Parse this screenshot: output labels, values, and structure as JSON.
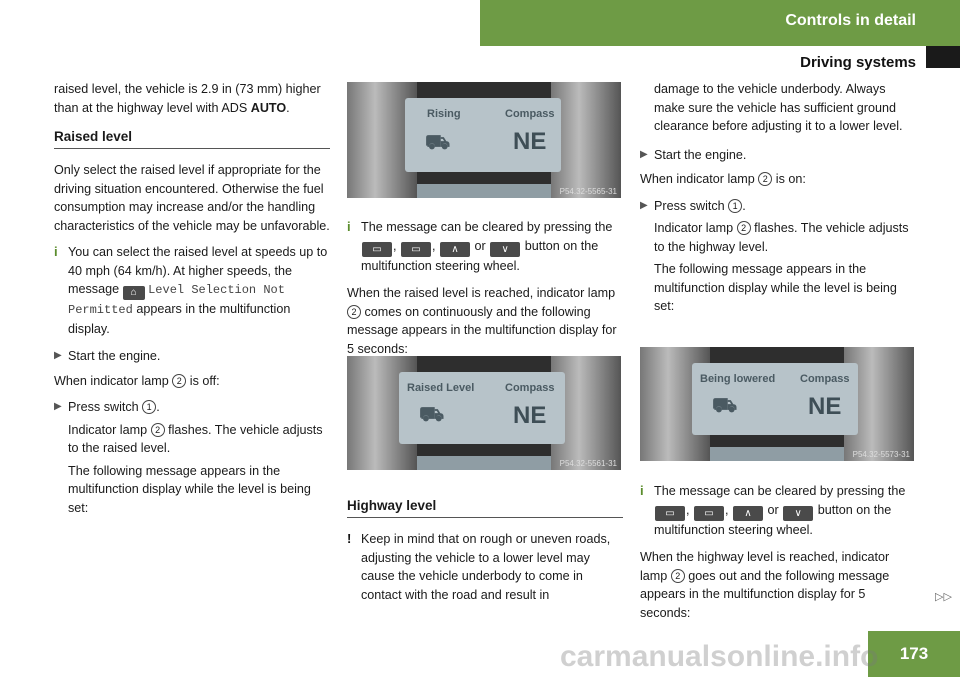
{
  "header": {
    "chapter": "Controls in detail",
    "section": "Driving systems"
  },
  "col1": {
    "intro": "raised level, the vehicle is 2.9 in (73 mm) higher than at the highway level with ADS",
    "intro_bold": "AUTO",
    "intro_end": ".",
    "heading": "Raised level",
    "para1": "Only select the raised level if appropriate for the driving situation encountered. Otherwise the fuel consumption may increase and/or the handling characteristics of the vehicle may be unfavorable.",
    "note_a": "You can select the raised level at speeds up to 40 mph (64 km/h). At higher speeds, the message",
    "note_mono": "Level Selection Not Permitted",
    "note_b": "appears in the multifunction display.",
    "step1": "Start the engine.",
    "when_off_a": "When indicator lamp",
    "when_off_b": "is off:",
    "step2_a": "Press switch",
    "step2_b": ".",
    "ind_a": "Indicator lamp",
    "ind_b": "flashes. The vehicle adjusts to the raised level.",
    "ind2": "The following message appears in the multifunction display while the level is being set:"
  },
  "col2": {
    "fig1": {
      "left": "Rising",
      "right": "Compass",
      "dir": "NE",
      "code": "P54.32-5565-31"
    },
    "note_clear_a": "The message can be cleared by pressing the",
    "note_clear_or": "or",
    "note_clear_b": "button on the multifunction steering wheel.",
    "reached_a": "When the raised level is reached, indicator lamp",
    "reached_b": "comes on continuously and the following message appears in the multifunction display for 5 seconds:",
    "fig2": {
      "left": "Raised Level",
      "right": "Compass",
      "dir": "NE",
      "code": "P54.32-5561-31"
    },
    "heading": "Highway level",
    "warn": "Keep in mind that on rough or uneven roads, adjusting the vehicle to a lower level may cause the vehicle underbody to come in contact with the road and result in"
  },
  "col3": {
    "cont": "damage to the vehicle underbody. Always make sure the vehicle has sufficient ground clearance before adjusting it to a lower level.",
    "step1": "Start the engine.",
    "when_on_a": "When indicator lamp",
    "when_on_b": "is on:",
    "step2_a": "Press switch",
    "step2_b": ".",
    "ind_a": "Indicator lamp",
    "ind_b": "flashes. The vehicle adjusts to the highway level.",
    "ind2": "The following message appears in the multifunction display while the level is being set:",
    "fig3": {
      "left": "Being lowered",
      "right": "Compass",
      "dir": "NE",
      "code": "P54.32-5573-31"
    },
    "note_clear_a": "The message can be cleared by pressing the",
    "note_clear_or": "or",
    "note_clear_b": "button on the multifunction steering wheel.",
    "final_a": "When the highway level is reached, indicator lamp",
    "final_b": "goes out and the following message appears in the multifunction display for 5 seconds:"
  },
  "refs": {
    "one": "1",
    "two": "2"
  },
  "keys": {
    "k1": "▭",
    "k2": "▭",
    "k3": "∧",
    "k4": "∨"
  },
  "footer": {
    "page": "173",
    "next": "▷▷",
    "watermark": "carmanualsonline.info"
  },
  "colors": {
    "accent": "#6e9b45"
  }
}
